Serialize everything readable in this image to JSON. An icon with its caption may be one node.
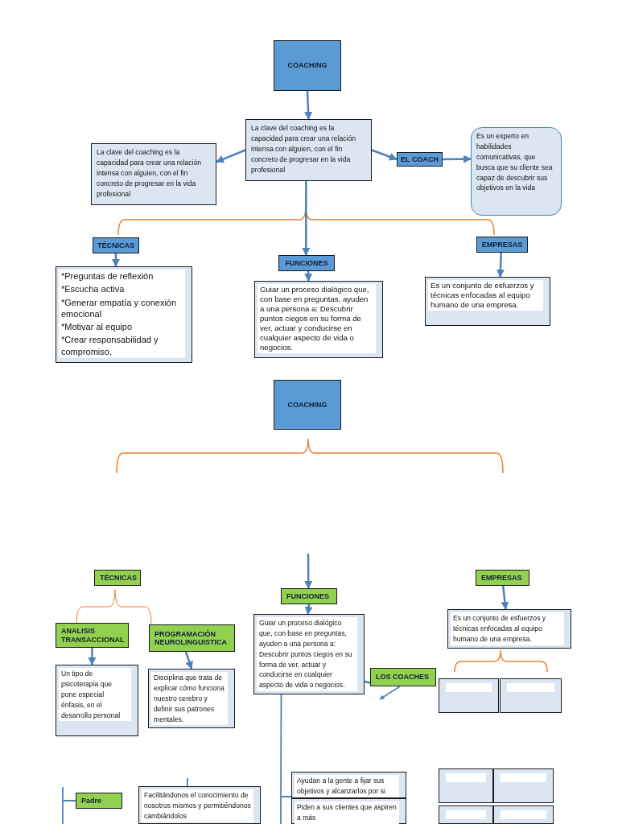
{
  "diagram": {
    "nodes": [
      {
        "text": [
          "COACHING"
        ]
      },
      {
        "text": [
          "La clave del coaching es la capacidad para crear una relación intensa con alguien, con el fin concreto de progresar en la vida profesional"
        ]
      },
      {
        "text": [
          "La clave del coaching es la capacidad para crear una relación intensa con alguien, con el fin concreto de progresar en la vida profesional"
        ]
      },
      {
        "text": [
          "EL COACH"
        ]
      },
      {
        "text": [
          "Es un experto en habilidades comunicativas, que busca que su cliente sea capaz de descubrir sus objetivos en la vida"
        ]
      },
      {
        "text": [
          "TÉCNICAS"
        ]
      },
      {
        "text": [
          "*Preguntas de reflexión",
          "*Escucha activa",
          "*Generar empatía y conexión emocional",
          "*Motivar al equipo",
          "*Crear responsabilidad y compromiso."
        ]
      },
      {
        "text": [
          "FUNCIONES"
        ]
      },
      {
        "text": [
          "Guiar un proceso dialógico que, con base en preguntas, ayuden a una persona a: Descubrir puntos ciegos en su forma de ver, actuar y conducirse en cualquier aspecto de vida o negocios."
        ]
      },
      {
        "text": [
          "EMPRESAS"
        ]
      },
      {
        "text": [
          "Es un conjunto de esfuerzos y técnicas enfocadas al equipo humano de una empresa."
        ]
      },
      {
        "text": [
          "COACHING"
        ]
      },
      {
        "text": [
          "TÉCNICAS"
        ]
      },
      {
        "text": [
          "FUNCIONES"
        ]
      },
      {
        "text": [
          "EMPRESAS"
        ]
      },
      {
        "text": [
          "ANALISIS TRANSACCIONAL"
        ]
      },
      {
        "text": [
          "PROGRAMACIÓN NEUROLINGUISTICA"
        ]
      },
      {
        "text": [
          "Un tipo de psicoterapia que pone especial énfasis, en el desarrollo personal"
        ]
      },
      {
        "text": [
          "Disciplina que trata de explicar cómo funciona nuestro cerebro y definir sus patrones mentales."
        ]
      },
      {
        "text": [
          "Guiar un proceso dialógico que, con base en preguntas, ayuden a una persona a: Descubrir puntos ciegos en su forma de ver, actuar y conducirse en cualquier aspecto de vida o negocios."
        ]
      },
      {
        "text": [
          "LOS COACHES"
        ]
      },
      {
        "text": [
          "Es un conjunto de esfuerzos y técnicas enfocadas al equipo humano de una empresa."
        ]
      },
      {
        "text": [],
        "shape": "box"
      },
      {
        "text": [],
        "shape": "box"
      },
      {
        "text": [
          "Padre"
        ]
      },
      {
        "text": [
          "Facilitándonos el conocimiento de nosotros mismos y permitiéndonos cambiándolos"
        ]
      },
      {
        "text": [
          "Ayudan a la gente a fijar sus objetivos y alcanzarlos por si"
        ]
      },
      {
        "text": [
          "Piden a sus clientes que aspiren a más"
        ]
      },
      {
        "text": [],
        "shape": "box"
      },
      {
        "text": [],
        "shape": "box"
      },
      {
        "text": [],
        "shape": "box"
      },
      {
        "text": [],
        "shape": "box"
      }
    ],
    "edges": [
      {
        "from": 0,
        "to": 1,
        "arrow": "to"
      },
      {
        "from": 1,
        "to": 2,
        "arrow": "to"
      },
      {
        "from": 1,
        "to": 3,
        "arrow": "to"
      },
      {
        "from": 3,
        "to": 4,
        "arrow": "to"
      },
      {
        "from": 1,
        "to": 7,
        "arrow": "to"
      },
      {
        "from": 5,
        "to": 6,
        "arrow": "to"
      },
      {
        "from": 7,
        "to": 8,
        "arrow": "to"
      },
      {
        "from": 9,
        "to": 10,
        "arrow": "to"
      },
      {
        "from": null,
        "to": 13,
        "arrow": "to"
      },
      {
        "from": 15,
        "to": 17,
        "arrow": "to"
      },
      {
        "from": 16,
        "to": 18,
        "arrow": "to"
      },
      {
        "from": 13,
        "to": 19,
        "arrow": "to"
      },
      {
        "from": 14,
        "to": 21,
        "arrow": "to"
      },
      {
        "from": 19,
        "to": 20,
        "arrow": "none"
      },
      {
        "from": 20,
        "to": null,
        "arrow": "to"
      },
      {
        "from": 19,
        "to": 26,
        "arrow": "none"
      },
      {
        "from": null,
        "to": 24,
        "arrow": "none"
      },
      {
        "from": null,
        "to": 25,
        "arrow": "none"
      }
    ]
  }
}
